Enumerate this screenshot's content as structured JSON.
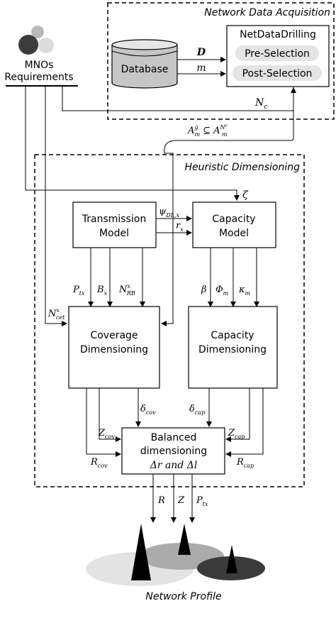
{
  "diagram": {
    "acquisition_title": "Network Data Acquisition",
    "heuristic_title": "Heuristic Dimensioning",
    "mno_line1": "MNOs",
    "mno_line2": "Requirements",
    "database": "Database",
    "netdatadrilling": "NetDataDrilling",
    "pre_selection": "Pre-Selection",
    "post_selection": "Post-Selection",
    "transmission_line1": "Transmission",
    "transmission_line2": "Model",
    "capacity_model_line1": "Capacity",
    "capacity_model_line2": "Model",
    "coverage_dim_line1": "Coverage",
    "coverage_dim_line2": "Dimensioning",
    "capacity_dim_line1": "Capacity",
    "capacity_dim_line2": "Dimensioning",
    "balanced_line1": "Balanced",
    "balanced_line2": "dimensioning",
    "balanced_line3": "Δr  and  Δl",
    "network_profile": "Network Profile",
    "labels": {
      "D": "D",
      "m": "m",
      "Nc": "N",
      "Nc_sub": "c",
      "A_rel": "A",
      "zeta": "ζ",
      "psi": "ψ",
      "psi_sub": "DL,x",
      "rx": "r",
      "rx_sub": "x",
      "Ptx": "P",
      "Ptx_sub": "tx",
      "Bx": "B",
      "Bx_sub": "x",
      "NRB": "N",
      "NRB_sup": "x",
      "NRB_sub": "RB",
      "Ncet": "N",
      "Ncet_sup": "x",
      "Ncet_sub": "cet",
      "beta": "β",
      "Phi": "Φ",
      "Phi_sub": "m",
      "kappa": "κ",
      "kappa_sub": "m",
      "dcov": "δ",
      "dcov_sub": "cov",
      "dcap": "δ",
      "dcap_sub": "cap",
      "Zcov": "Z",
      "Zcov_sub": "cov",
      "Zcap": "Z",
      "Zcap_sub": "cap",
      "Rcov": "R",
      "Rcov_sub": "cov",
      "Rcap": "R",
      "Rcap_sub": "cap",
      "R": "R",
      "Z": "Z",
      "Ptx_out": "P",
      "Ptx_out_sub": "tx"
    }
  }
}
